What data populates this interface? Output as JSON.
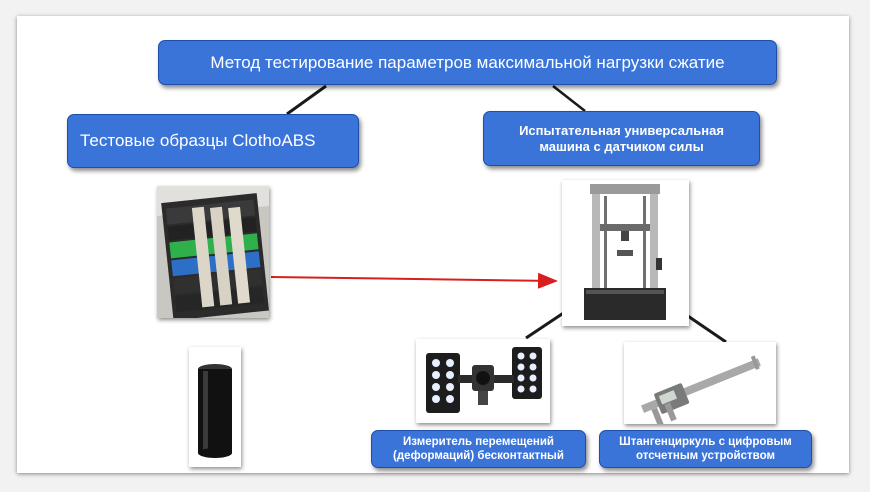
{
  "diagram": {
    "title": "Метод тестирование  параметров максимальной нагрузки сжатие",
    "samples_label": "Тестовые образцы ClothoABS",
    "machine_label": "Испытательная универсальная машина с датчиком силы",
    "measurer_label": "Измеритель перемещений (деформаций) бесконтактный",
    "caliper_label": "Штангенциркуль с цифровым отсчетным устройством"
  },
  "colors": {
    "box_fill": "#3b74d9",
    "box_text": "#ffffff",
    "connector": "#1a1a1a",
    "arrow": "#d91e1e",
    "background": "#ffffff"
  },
  "icons": {
    "samples_photo": "samples-tray-photo",
    "cylinder_photo": "cylinder-sample-photo",
    "machine_photo": "testing-machine-photo",
    "measurer_photo": "optical-measurer-photo",
    "caliper_photo": "digital-caliper-photo"
  }
}
